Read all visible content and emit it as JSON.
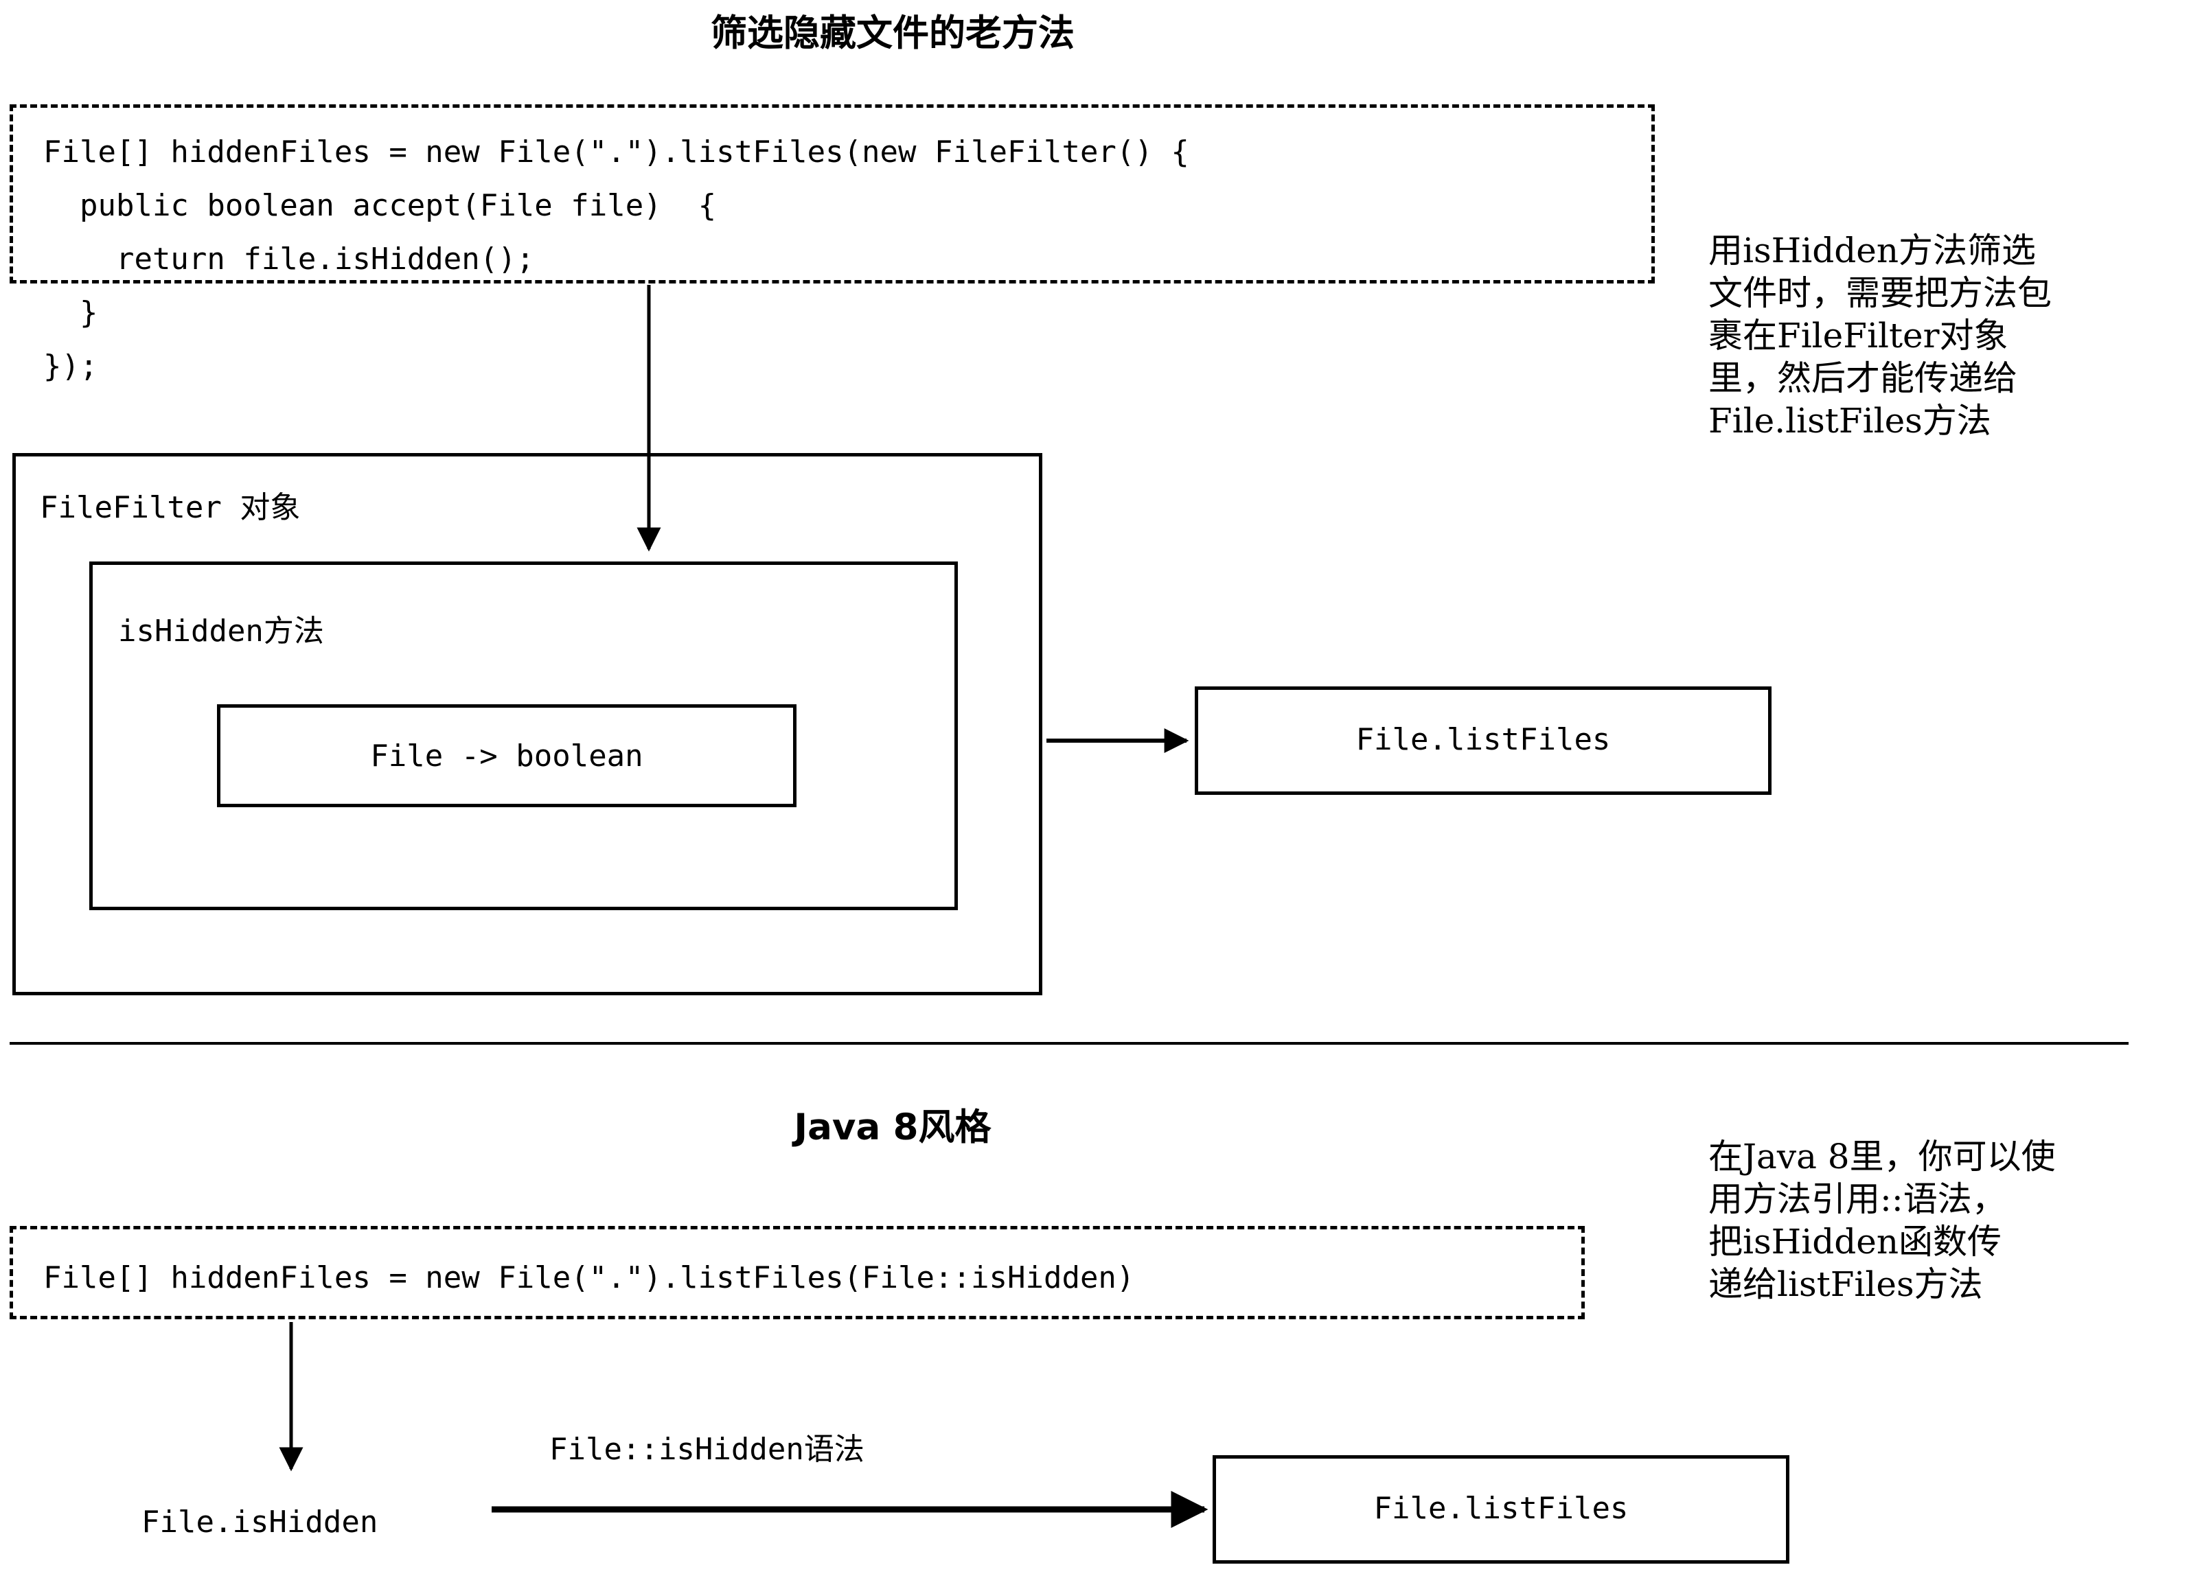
{
  "sections": {
    "old": {
      "title": "筛选隐藏文件的老方法",
      "code": "File[] hiddenFiles = new File(\".\").listFiles(new FileFilter() {\n  public boolean accept(File file)  {\n    return file.isHidden();\n  }\n});",
      "annotation": "用isHidden方法筛选\n文件时，需要把方法包\n裹在FileFilter对象\n里，然后才能传递给\nFile.listFiles方法",
      "filefilter_box_label": "FileFilter 对象",
      "ishidden_box_label": "isHidden方法",
      "signature_label": "File -> boolean",
      "listfiles_label": "File.listFiles"
    },
    "java8": {
      "title": "Java 8风格",
      "code": "File[] hiddenFiles = new File(\".\").listFiles(File::isHidden)",
      "annotation": "在Java 8里，你可以使\n用方法引用::语法，\n把isHidden函数传\n递给listFiles方法",
      "source_node_label": "File.isHidden",
      "edge_label": "File::isHidden语法",
      "listfiles_label": "File.listFiles"
    }
  },
  "colors": {
    "stroke": "#000000",
    "background": "#ffffff"
  }
}
